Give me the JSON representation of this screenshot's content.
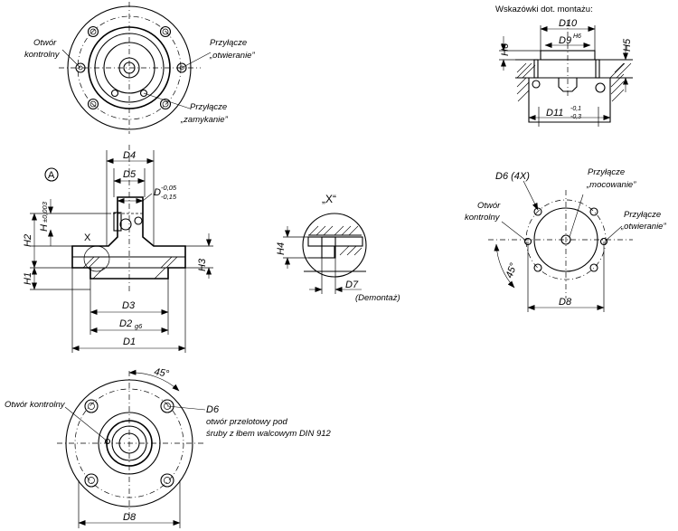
{
  "labels": {
    "wskazowki": "Wskazówki dot. montażu:",
    "otwor_kontrolny_l1": "Otwór",
    "otwor_kontrolny_l2": "kontrolny",
    "przylacze": "Przyłącze",
    "otwieranie": "„otwieranie”",
    "zamykanie": "„zamykanie”",
    "mocowanie": "„mocowanie”",
    "otwor_kontrolny_full": "Otwór kontrolny",
    "d6_desc_l1": "otwór przelotowy pod",
    "d6_desc_l2": "śruby z łbem walcowym DIN 912",
    "demontaz": "(Demontaż)",
    "detail_x": "„X“",
    "x": "X",
    "view_a": "A"
  },
  "dimensions": {
    "D1": "D1",
    "D2": "D2",
    "D2_tol": "g6",
    "D3": "D3",
    "D4": "D4",
    "D5": "D5",
    "D": "D",
    "D_tol_up": "-0,05",
    "D_tol_lo": "-0,15",
    "D6": "D6",
    "D6_4x": "D6 (4X)",
    "D7": "D7",
    "D8": "D8",
    "D9": "D9",
    "D9_tol": "H6",
    "D10": "D10",
    "D11": "D11",
    "D11_tol_up": "-0,1",
    "D11_tol_lo": "-0,3",
    "H": "H",
    "H_tol": "±0,003",
    "H1": "H1",
    "H2": "H2",
    "H3": "H3",
    "H4": "H4",
    "H5": "H5",
    "H6": "H6",
    "angle45": "45°"
  }
}
